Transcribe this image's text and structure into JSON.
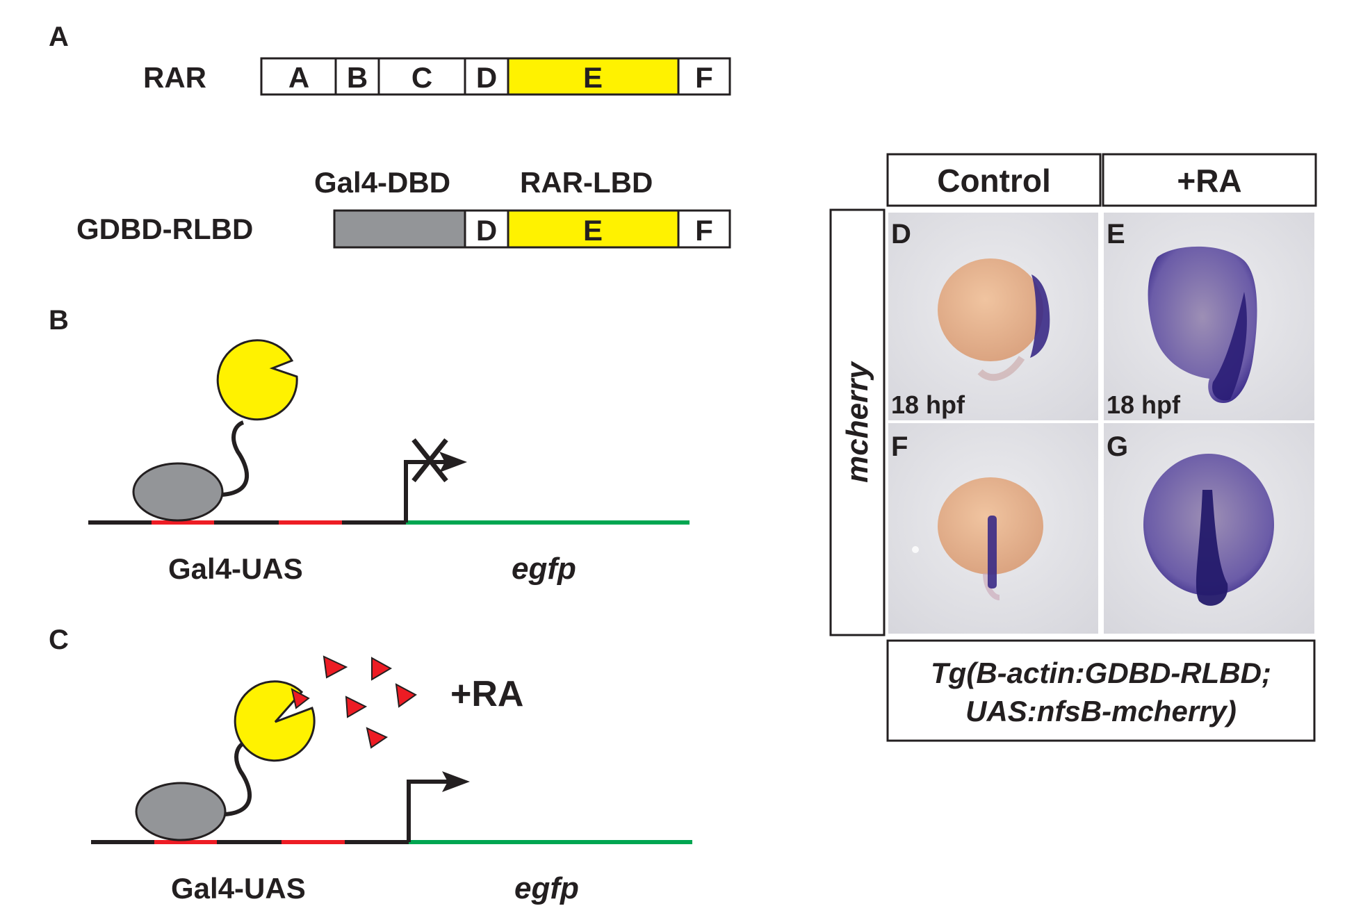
{
  "panel_a": {
    "letter": "A",
    "rar": {
      "name": "RAR",
      "domains": [
        "A",
        "B",
        "C",
        "D",
        "E",
        "F"
      ]
    },
    "fusion": {
      "name": "GDBD-RLBD",
      "gal4_label": "Gal4-DBD",
      "rar_label": "RAR-LBD",
      "domains": [
        "D",
        "E",
        "F"
      ]
    }
  },
  "panel_b": {
    "letter": "B",
    "uas_label": "Gal4-UAS",
    "gene_label": "egfp"
  },
  "panel_c": {
    "letter": "C",
    "uas_label": "Gal4-UAS",
    "gene_label": "egfp",
    "treatment": "+RA"
  },
  "embryos": {
    "col_headers": [
      "Control",
      "+RA"
    ],
    "row_label": "mcherry",
    "panels": [
      {
        "letter": "D",
        "stage": "18 hpf"
      },
      {
        "letter": "E",
        "stage": "18 hpf"
      },
      {
        "letter": "F",
        "stage": ""
      },
      {
        "letter": "G",
        "stage": ""
      }
    ],
    "genotype_line1": "Tg(B-actin:GDBD-RLBD;",
    "genotype_line2": "UAS:nfsB-mcherry)"
  },
  "colors": {
    "lbd_yellow": "#fff200",
    "dbd_gray": "#939598",
    "uas_red": "#ed1c24",
    "egfp_green": "#00a651",
    "ra_red": "#ed1c24",
    "stain_purple": "#3a2a86",
    "yolk_orange": "#e8b590",
    "bg_gray": "#e3e3e7"
  }
}
